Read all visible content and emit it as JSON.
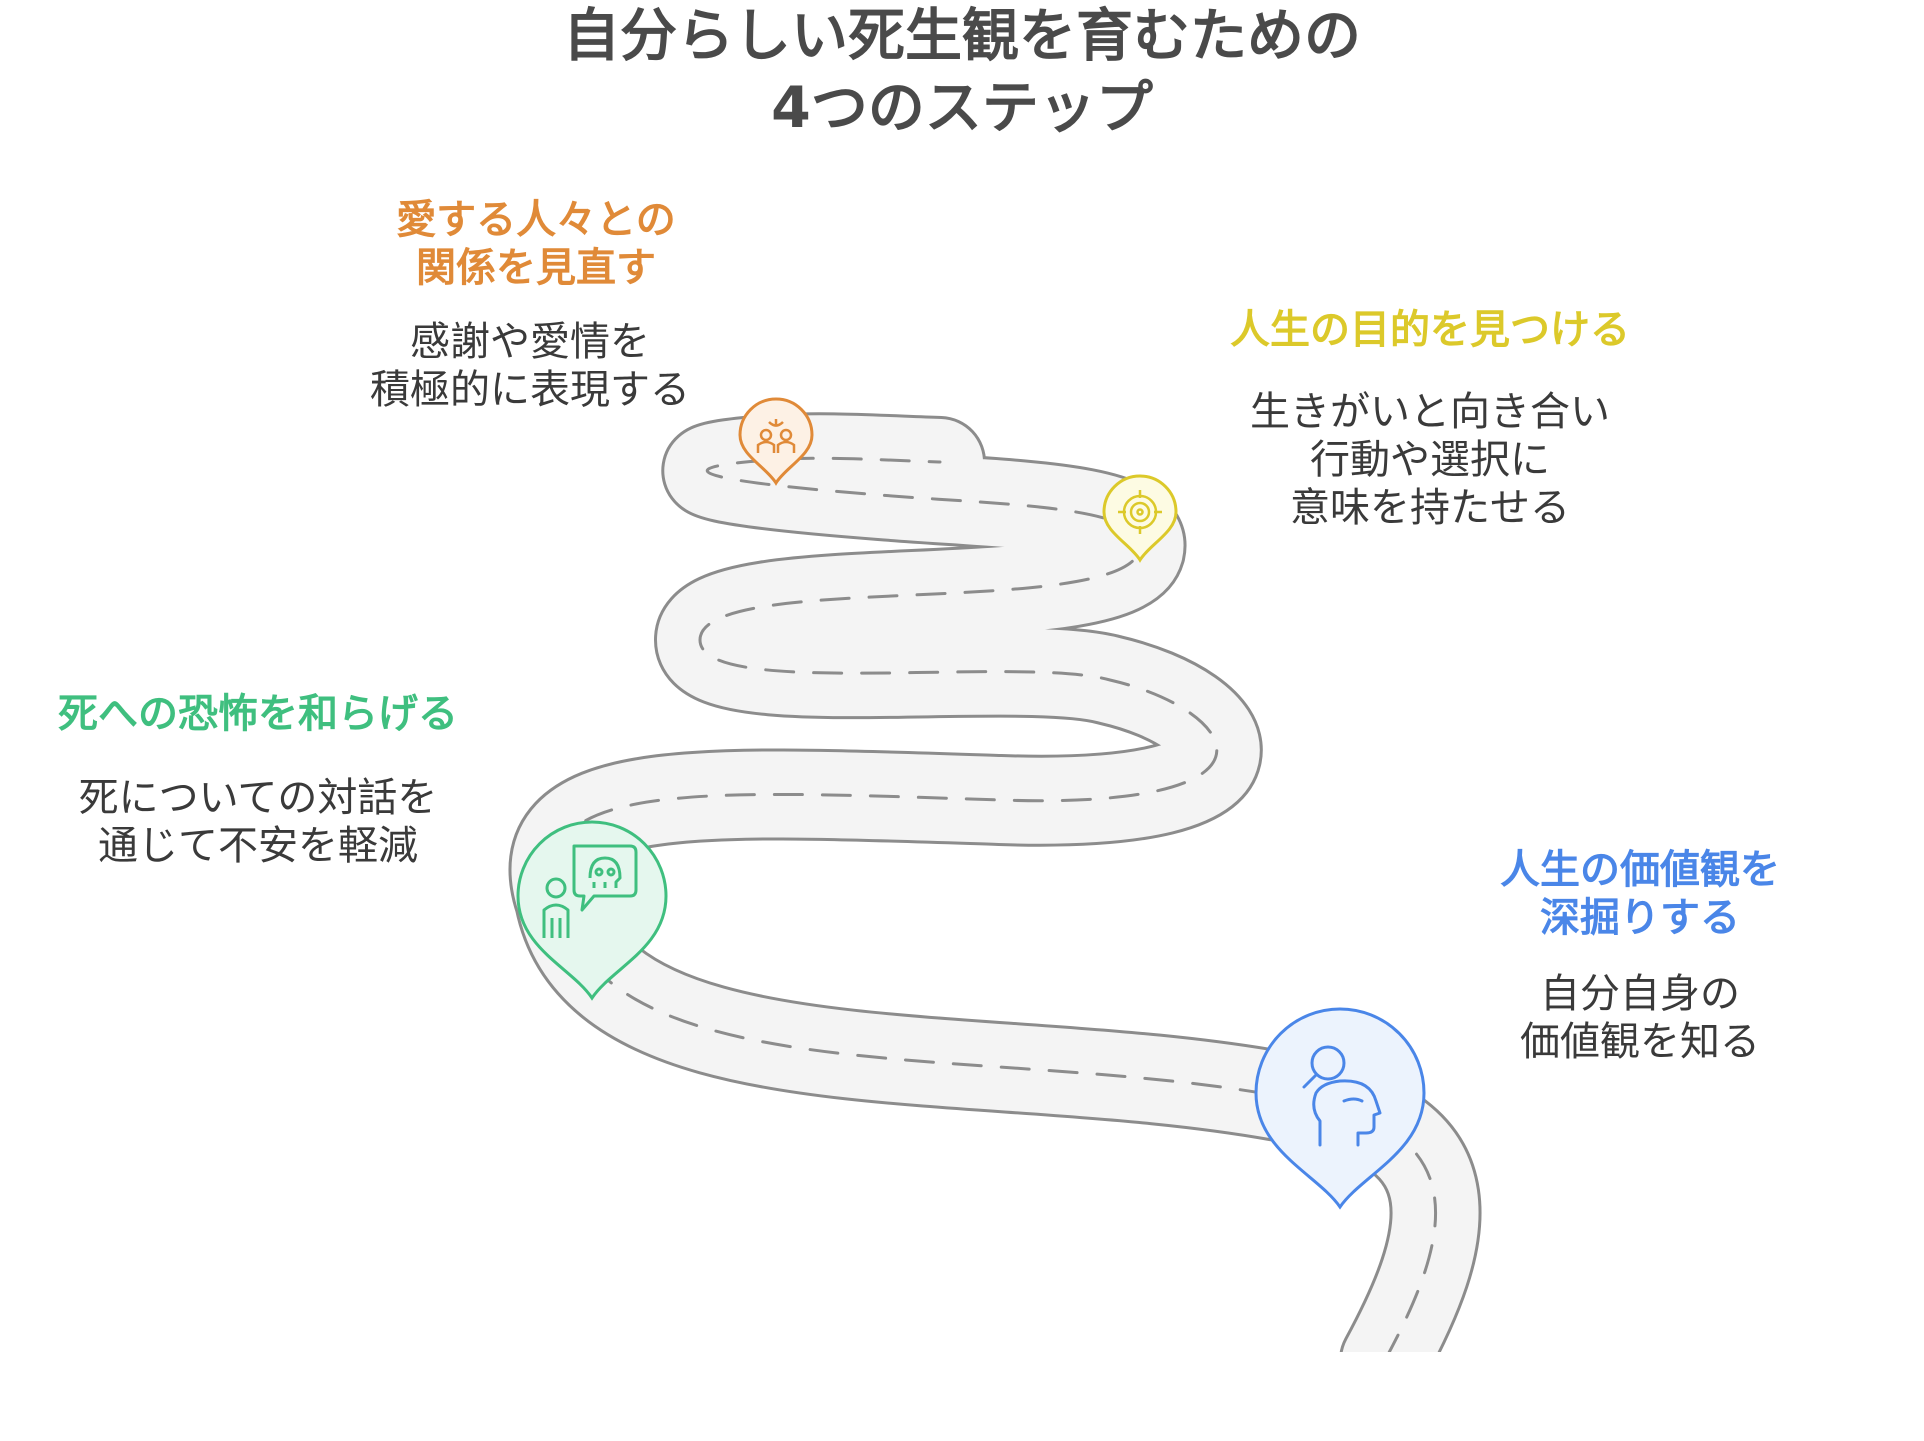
{
  "title": {
    "line1": "自分らしい死生観を育むための",
    "line2": "4つのステップ"
  },
  "steps": [
    {
      "heading_lines": [
        "愛する人々との",
        "関係を見直す"
      ],
      "desc_lines": [
        "感謝や愛情を",
        "積極的に表現する"
      ],
      "color": "#e08a38",
      "icon": "people-icon"
    },
    {
      "heading_lines": [
        "人生の目的を見つける"
      ],
      "desc_lines": [
        "生きがいと向き合い",
        "行動や選択に",
        "意味を持たせる"
      ],
      "color": "#dcc92a",
      "icon": "target-icon"
    },
    {
      "heading_lines": [
        "死への恐怖を和らげる"
      ],
      "desc_lines": [
        "死についての対話を",
        "通じて不安を軽減"
      ],
      "color": "#3fbf7f",
      "icon": "conversation-icon"
    },
    {
      "heading_lines": [
        "人生の価値観を",
        "深掘りする"
      ],
      "desc_lines": [
        "自分自身の",
        "価値観を知る"
      ],
      "color": "#4a86e8",
      "icon": "self-reflection-icon"
    }
  ]
}
